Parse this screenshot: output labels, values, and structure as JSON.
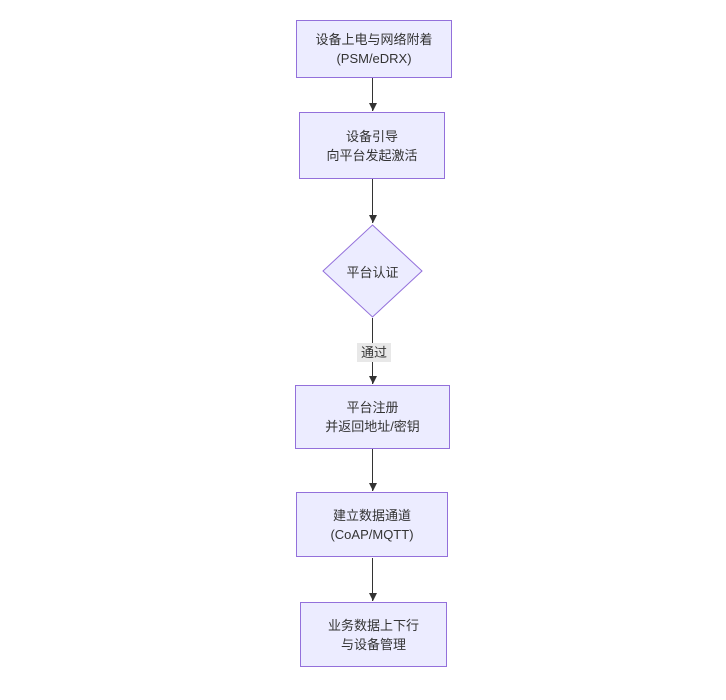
{
  "page": {
    "background": "#ffffff"
  },
  "diagram": {
    "type": "flowchart",
    "direction": "top-down",
    "colors": {
      "node_fill": "#ECECFF",
      "node_border": "#9370DB",
      "text": "#333333",
      "arrow": "#333333",
      "edge_label_bg": "#e8e8e8"
    },
    "nodes": [
      {
        "id": "power-attach",
        "shape": "rect",
        "line1": "设备上电与网络附着",
        "line2": "(PSM/eDRX)"
      },
      {
        "id": "bootstrap",
        "shape": "rect",
        "line1": "设备引导",
        "line2": "向平台发起激活"
      },
      {
        "id": "auth",
        "shape": "diamond",
        "line1": "平台认证",
        "line2": ""
      },
      {
        "id": "register",
        "shape": "rect",
        "line1": "平台注册",
        "line2": "并返回地址/密钥"
      },
      {
        "id": "channel",
        "shape": "rect",
        "line1": "建立数据通道",
        "line2": "(CoAP/MQTT)"
      },
      {
        "id": "business",
        "shape": "rect",
        "line1": "业务数据上下行",
        "line2": "与设备管理"
      }
    ],
    "edges": [
      {
        "from": "power-attach",
        "to": "bootstrap",
        "label": ""
      },
      {
        "from": "bootstrap",
        "to": "auth",
        "label": ""
      },
      {
        "from": "auth",
        "to": "register",
        "label": "通过"
      },
      {
        "from": "register",
        "to": "channel",
        "label": ""
      },
      {
        "from": "channel",
        "to": "business",
        "label": ""
      }
    ]
  }
}
